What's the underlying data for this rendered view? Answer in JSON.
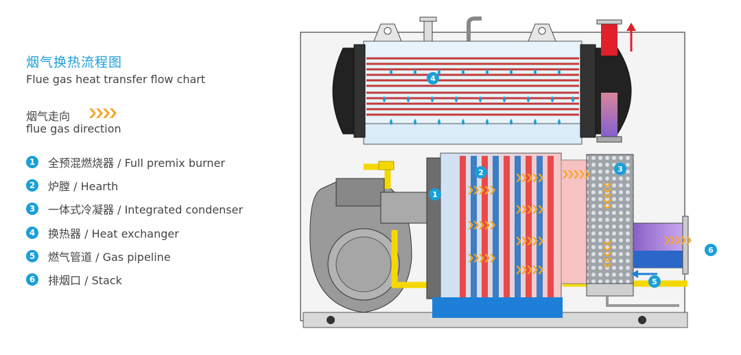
{
  "legend": {
    "title_cn": "烟气换热流程图",
    "title_en": "Flue gas heat transfer flow chart",
    "direction_cn": "烟气走向",
    "direction_en": "flue gas direction",
    "items": [
      {
        "num": "1",
        "label": "全预混燃烧器 / Full premix burner"
      },
      {
        "num": "2",
        "label": "炉膛 / Hearth"
      },
      {
        "num": "3",
        "label": "一体式冷凝器 / Integrated condenser"
      },
      {
        "num": "4",
        "label": "换热器 / Heat exchanger"
      },
      {
        "num": "5",
        "label": "燃气管道  / Gas pipeline"
      },
      {
        "num": "6",
        "label": "排烟口 / Stack"
      }
    ]
  },
  "diagram_badges": {
    "b1": "1",
    "b2": "2",
    "b3": "3",
    "b4": "4",
    "b5": "5",
    "b6": "6"
  },
  "colors": {
    "accent": "#1a9fd9",
    "flue": "#f5a623",
    "pipe": "#f5d800",
    "hot_tube": "#e84a4a"
  }
}
